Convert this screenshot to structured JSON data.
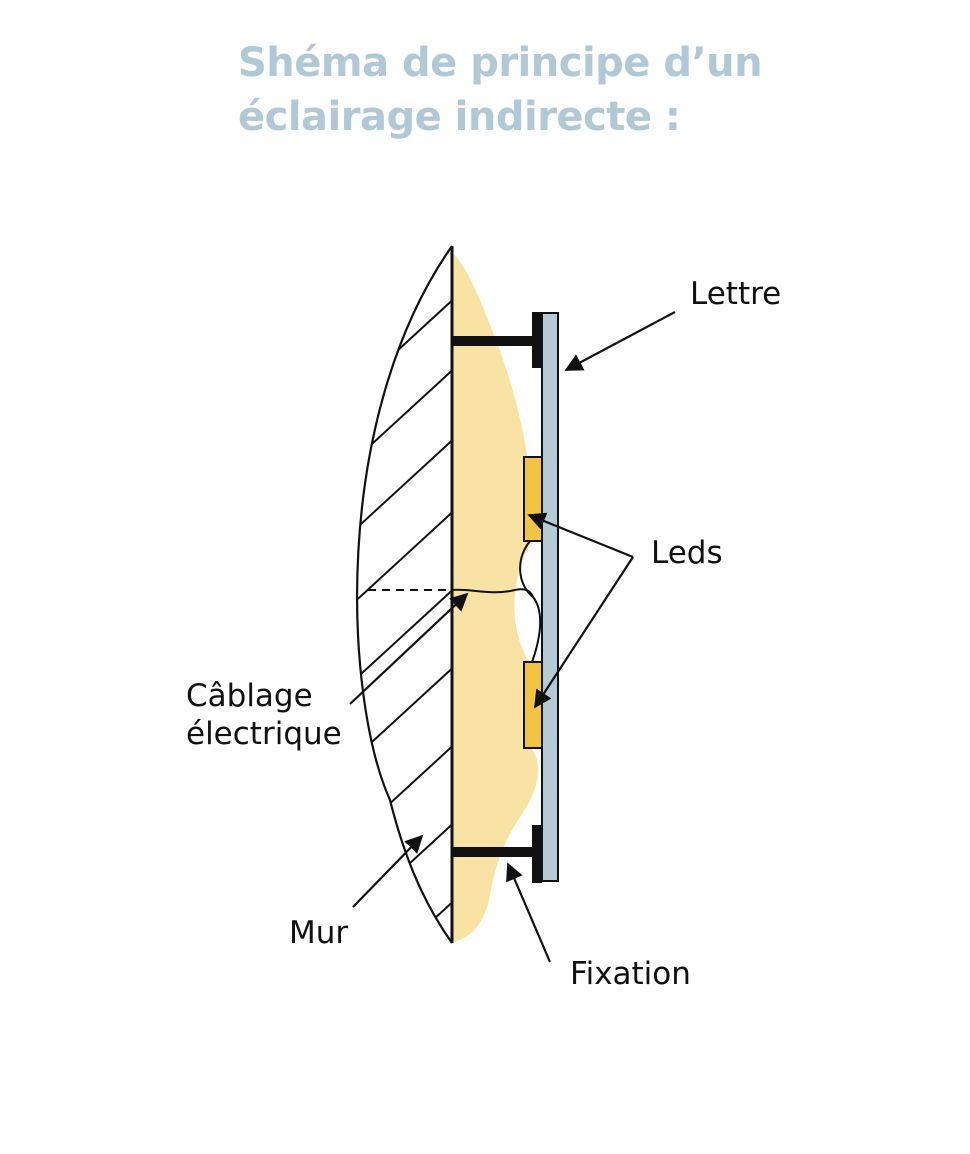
{
  "title": {
    "line1": "Shéma de principe d’un",
    "line2": "éclairage indirecte :"
  },
  "labels": {
    "lettre": "Lettre",
    "leds": "Leds",
    "cablage_line1": "Câblage",
    "cablage_line2": "électrique",
    "mur": "Mur",
    "fixation": "Fixation"
  },
  "colors": {
    "title": "#b1c9d6",
    "glow": "#f8e3a5",
    "letter": "#b4cad6",
    "led": "#f2c443",
    "ink": "#111111"
  }
}
